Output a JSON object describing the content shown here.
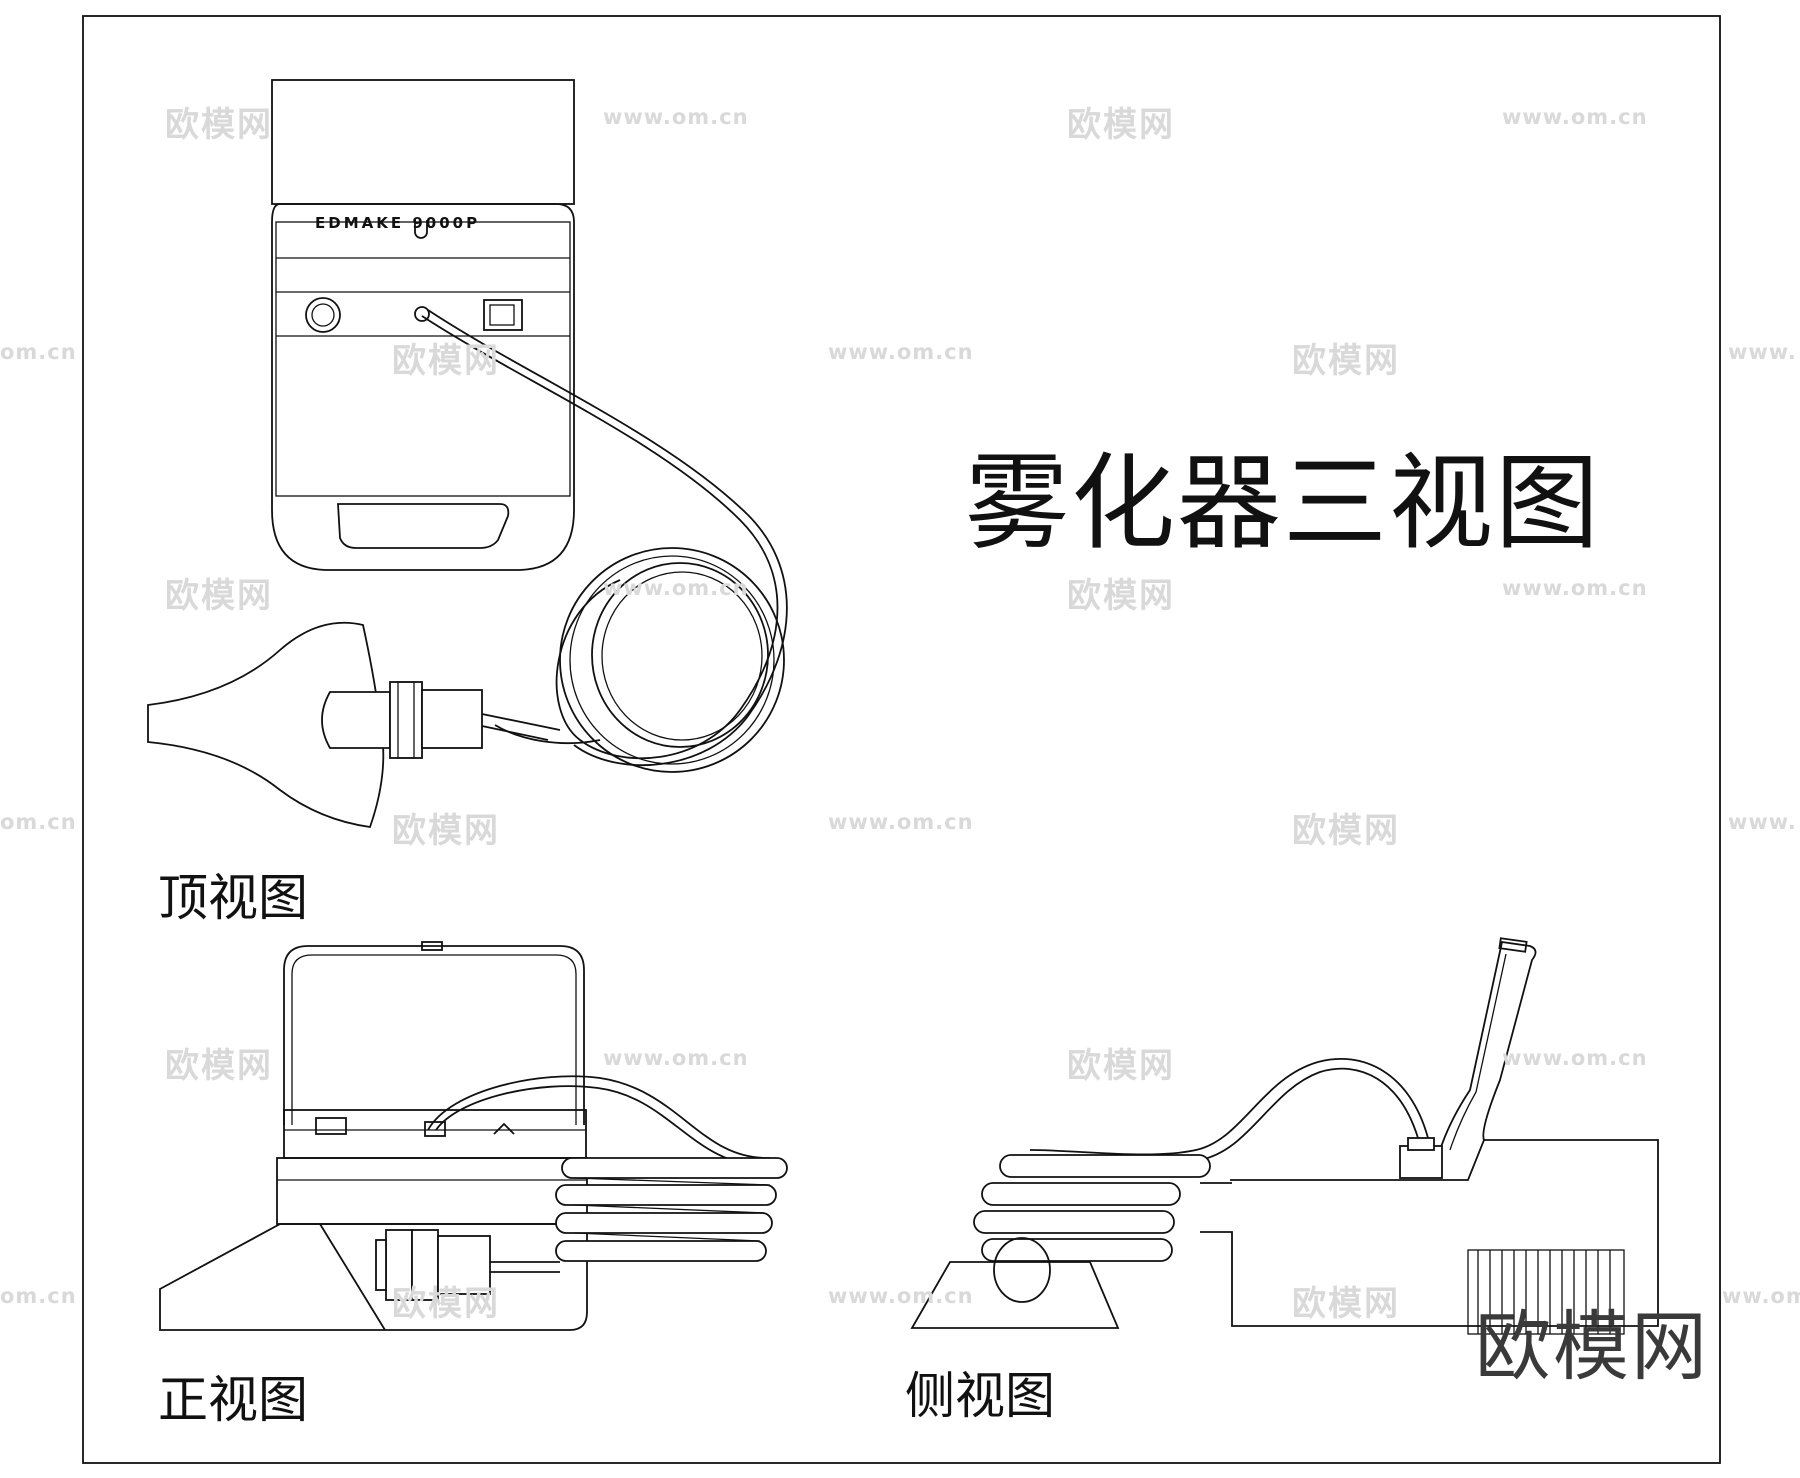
{
  "title": "雾化器三视图",
  "views": {
    "top": "顶视图",
    "front": "正视图",
    "side": "侧视图"
  },
  "watermark": {
    "brand": "欧模网",
    "url": "www.om.cn",
    "url_fragment_left": "om.cn",
    "url_fragment_right": "www.",
    "url_fragment_right2": "ww.om.c"
  },
  "logo": "欧模网",
  "device_label": "EDMAKE 9000P",
  "colors": {
    "line": "#111111",
    "watermark": "#d9d9d9",
    "logo": "#3a3a3a"
  }
}
